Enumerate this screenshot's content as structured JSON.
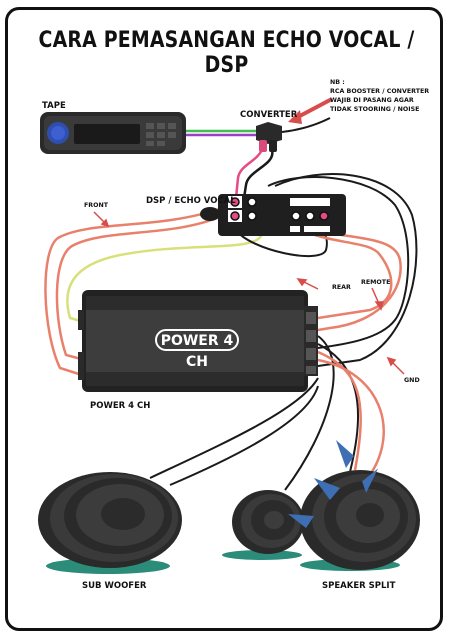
{
  "title": "CARA PEMASANGAN ECHO VOCAL / DSP",
  "labels": {
    "tape": "TAPE",
    "converter": "CONVERTER",
    "dsp": "DSP / ECHO VOCAL",
    "front": "FRONT",
    "rear": "REAR",
    "remote": "REMOTE",
    "gnd": "GND",
    "power_caption": "POWER 4 CH",
    "power_badge": "POWER 4 CH",
    "subwoofer": "SUB WOOFER",
    "speaker_split": "SPEAKER SPLIT"
  },
  "note": {
    "heading": "NB :",
    "text": "RCA BOOSTER / CONVERTER WAJIB DI PASANG AGAR TIDAK STOORING / NOISE"
  },
  "colors": {
    "frame": "#111111",
    "wire_green": "#3fbf4f",
    "wire_purple": "#9b3fc4",
    "wire_pink": "#e84a86",
    "wire_salmon": "#e8806c",
    "wire_yellow": "#d8e07a",
    "wire_black": "#1a1a1a",
    "arrow_red": "#d94c4c",
    "tweeter_blue": "#3e6fb5",
    "floor_teal": "#2c8c7a"
  }
}
